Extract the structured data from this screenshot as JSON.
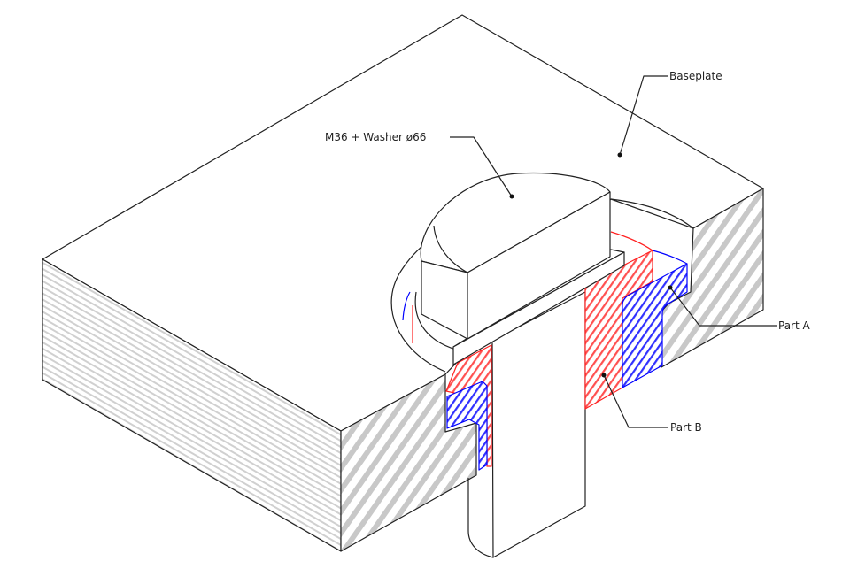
{
  "diagram": {
    "title": "Bolted connection section view",
    "labels": {
      "bolt": "M36 + Washer ø66",
      "baseplate": "Baseplate",
      "part_a": "Part A",
      "part_b": "Part B"
    },
    "colors": {
      "outline": "#222222",
      "section_hatch": "#c8c8c8",
      "part_a": "#0000ff",
      "part_b": "#ff2020"
    }
  }
}
